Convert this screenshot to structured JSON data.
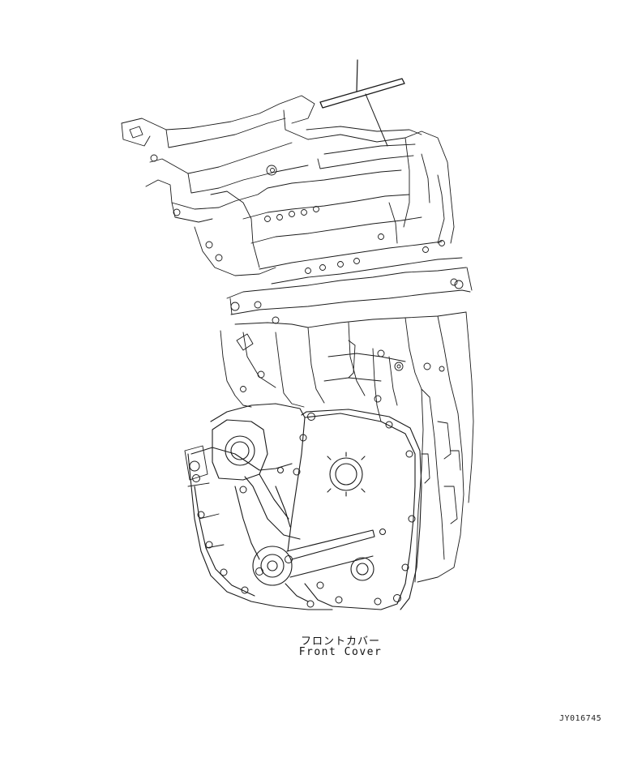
{
  "diagram": {
    "labels": {
      "part_name_ja": "フロントカバー",
      "part_name_en": "Front Cover"
    },
    "drawing_id": "JY016745",
    "line_color": "#1a1a1a"
  }
}
